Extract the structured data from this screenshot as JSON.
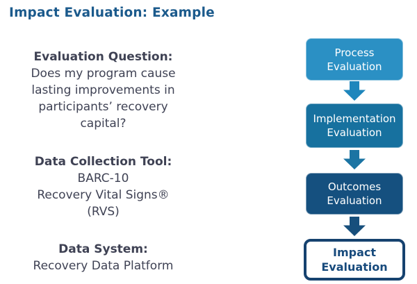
{
  "title": "Impact Evaluation: Example",
  "colors": {
    "title_text": "#1b5a8c",
    "body_text": "#3f4254",
    "background": "#ffffff"
  },
  "left_panel": {
    "sections": [
      {
        "heading": "Evaluation Question:",
        "body": "Does my program cause\nlasting improvements in\nparticipants’ recovery\ncapital?"
      },
      {
        "heading": "Data Collection Tool:",
        "body": "BARC-10\nRecovery Vital Signs®\n(RVS)"
      },
      {
        "heading": "Data System:",
        "body": "Recovery Data Platform"
      }
    ]
  },
  "flow_diagram": {
    "steps": [
      {
        "label": "Process\nEvaluation",
        "fill": "#2b90c4",
        "text_color": "#ffffff"
      },
      {
        "label": "Implementation\nEvaluation",
        "fill": "#17719f",
        "text_color": "#ffffff"
      },
      {
        "label": "Outcomes\nEvaluation",
        "fill": "#15507f",
        "text_color": "#ffffff"
      },
      {
        "label": "Impact\nEvaluation",
        "fill": "#ffffff",
        "border": "#16426f",
        "text_color": "#174a7c"
      }
    ],
    "arrows": [
      {
        "color": "#1e86bc"
      },
      {
        "color": "#1b74a3"
      },
      {
        "color": "#174f7c"
      }
    ]
  }
}
